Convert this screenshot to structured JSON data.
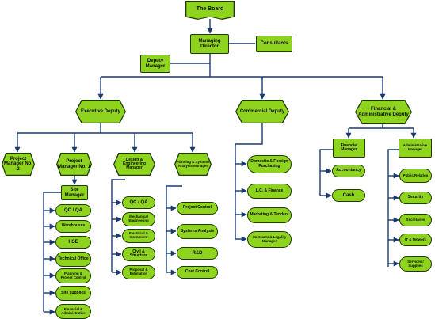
{
  "nodes": {
    "board": "The Board",
    "managing_director": "Managing Director",
    "consultants": "Consultants",
    "deputy_manager": "Deputy Manager",
    "executive_deputy": "Executive Deputy",
    "commercial_deputy": "Commercial Deputy",
    "financial_admin_deputy": "Financial & Administrative Deputy",
    "pm2": "Project Manager No. 2",
    "pm1": "Project Manager No. 1",
    "design_engineering": "Design & Engineering Manager",
    "planning_systems": "Planning & Systems Analysis Manager",
    "site_manager": "Site Manager",
    "qc_qa_site": "QC / QA",
    "warehouses": "Warehouses",
    "hse": "HSE",
    "technical_office": "Technical Office",
    "planning_project_control": "Planning & Project Control",
    "site_supplies": "Site supplies",
    "financial_administrative": "Financial & Administrative",
    "qc_qa_design": "QC / QA",
    "mechanical_engineering": "Mechanical Engineering",
    "electrical_instrument": "Electrical & Instrument",
    "civil_structure": "Civil & Structure",
    "proposal_estimation": "Proposal & Estimation",
    "project_control": "Project Control",
    "systems_analysis": "Systems Analysis",
    "rnd": "R&D",
    "cost_control": "Cost Control",
    "domestic_foreign_purchasing": "Domestic & Foreign Purchasing",
    "lc_finance": "L.C. & Finance",
    "marketing_tenders": "Marketing & Tenders",
    "contracts_legality": "Contracts & Legality Manager",
    "financial_manager": "Financial Manager",
    "accountancy": "Accountancy",
    "cash": "Cash",
    "administrative_manager": "Administrative Manager",
    "public_relation": "Public Relation",
    "security": "Security",
    "secretaries": "Secretaries",
    "it_network": "IT & Network",
    "services_supplies": "Services / Supplies"
  }
}
